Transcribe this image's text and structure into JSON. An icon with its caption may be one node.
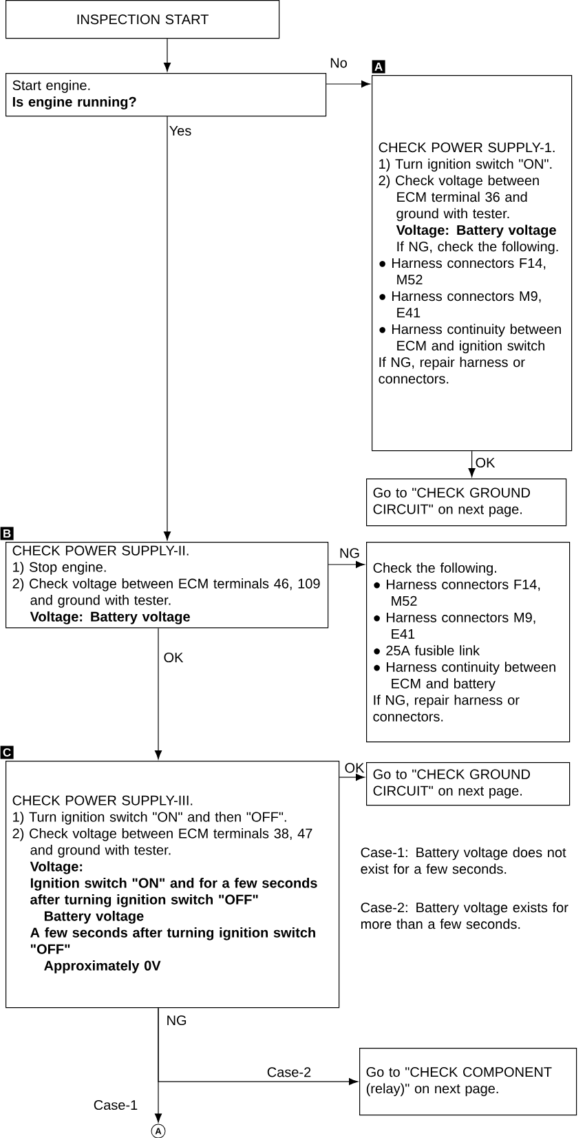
{
  "diagram": {
    "nodes": [
      {
        "text": [
          "INSPECTION START"
        ]
      },
      {
        "text": [
          "Start engine.",
          "Is engine running?"
        ]
      },
      {
        "text": [
          "CHECK POWER SUPPLY-1.",
          "1) Turn ignition switch \"ON\".",
          "2) Check voltage between ECM terminal 36 and ground with tester.",
          "Voltage: Battery voltage",
          "If NG, check the following.",
          "● Harness connectors F14, M52",
          "● Harness connectors M9, E41",
          "● Harness continuity between ECM and ignition switch",
          "If NG, repair harness or connectors."
        ],
        "beside": [
          "A"
        ]
      },
      {
        "text": [
          "Go to \"CHECK GROUND CIRCUIT\" on next page."
        ]
      },
      {
        "text": [
          "CHECK POWER SUPPLY-II.",
          "1) Stop engine.",
          "2) Check voltage between ECM terminals 46, 109 and ground with tester.",
          "Voltage: Battery voltage"
        ],
        "beside": [
          "B"
        ]
      },
      {
        "text": [
          "Check the following.",
          "● Harness connectors F14, M52",
          "● Harness connectors M9, E41",
          "● 25A fusible link",
          "● Harness continuity between ECM and battery",
          "If NG, repair harness or connectors."
        ]
      },
      {
        "text": [
          "CHECK POWER SUPPLY-III.",
          "1) Turn ignition switch \"ON\" and then \"OFF\".",
          "2) Check voltage between ECM terminals 38, 47 and ground with tester.",
          "Voltage:",
          "Ignition switch \"ON\" and for a few seconds after turning ignition switch \"OFF\"",
          "Battery voltage",
          "A few seconds after turning ignition switch \"OFF\"",
          "Approximately 0V"
        ],
        "beside": [
          "C"
        ]
      },
      {
        "text": [
          "Go to \"CHECK GROUND CIRCUIT\" on next page."
        ]
      },
      {
        "text": [
          "Go to \"CHECK COMPONENT (relay)\" on next page."
        ]
      },
      {
        "text": [
          "A"
        ]
      }
    ],
    "edges": [
      {
        "from": 0,
        "to": 1,
        "arrow": "to"
      },
      {
        "from": 1,
        "to": 2,
        "arrow": "to",
        "label": "No"
      },
      {
        "from": 1,
        "to": 4,
        "arrow": "to",
        "label": "Yes"
      },
      {
        "from": 2,
        "to": 3,
        "arrow": "to",
        "label": "OK"
      },
      {
        "from": 4,
        "to": 5,
        "arrow": "to",
        "label": "NG"
      },
      {
        "from": 4,
        "to": 6,
        "arrow": "to",
        "label": "OK"
      },
      {
        "from": 6,
        "to": 7,
        "arrow": "to",
        "label": "OK"
      },
      {
        "from": 6,
        "to": 8,
        "arrow": "to",
        "label": "Case-2"
      },
      {
        "from": 6,
        "to": 9,
        "arrow": "to",
        "label": "Case-1"
      }
    ],
    "labels": [
      "NG",
      "Case-1: Battery voltage does not exist for a few seconds.",
      "Case-2: Battery voltage exists for more than a few seconds."
    ]
  }
}
